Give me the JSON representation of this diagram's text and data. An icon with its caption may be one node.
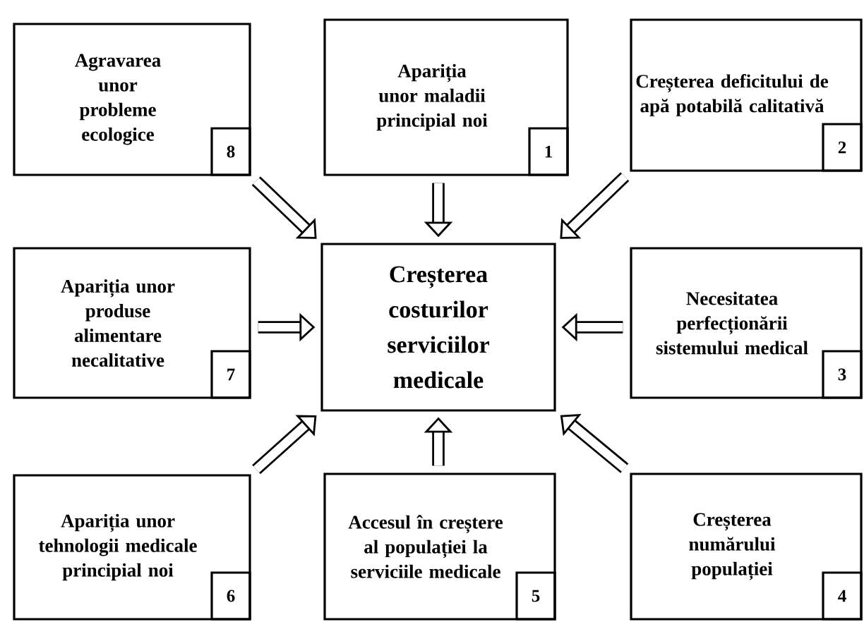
{
  "diagram": {
    "nodes": [
      {
        "text": [
          "Agravarea unor probleme ecologice"
        ]
      },
      {
        "text": [
          "8"
        ],
        "in": 0
      },
      {
        "text": [
          "Apariția unor maladii principial noi"
        ]
      },
      {
        "text": [
          "1"
        ],
        "in": 2
      },
      {
        "text": [
          "Creșterea deficitului de apă potabilă calitativă"
        ]
      },
      {
        "text": [
          "2"
        ],
        "in": 4
      },
      {
        "text": [
          "Apariția unor produse alimentare necalitative"
        ]
      },
      {
        "text": [
          "7"
        ],
        "in": 6
      },
      {
        "text": [
          "Creșterea costurilor serviciilor medicale"
        ]
      },
      {
        "text": [
          "Necesitatea perfecționării sistemului medical"
        ]
      },
      {
        "text": [
          "3"
        ],
        "in": 9
      },
      {
        "text": [
          "Apariția unor tehnologii medicale principial noi"
        ]
      },
      {
        "text": [
          "6"
        ],
        "in": 11
      },
      {
        "text": [
          "Accesul în creștere al populației la serviciile medicale"
        ]
      },
      {
        "text": [
          "5"
        ],
        "in": 13
      },
      {
        "text": [
          "Creșterea numărului populației"
        ]
      },
      {
        "text": [
          "4"
        ],
        "in": 15
      }
    ],
    "edges": [
      {
        "from": 0,
        "to": 8,
        "arrow": "to"
      },
      {
        "from": 2,
        "to": 8,
        "arrow": "to"
      },
      {
        "from": 4,
        "to": 8,
        "arrow": "to"
      },
      {
        "from": 6,
        "to": 8,
        "arrow": "to"
      },
      {
        "from": 9,
        "to": 8,
        "arrow": "to"
      },
      {
        "from": 11,
        "to": 8,
        "arrow": "to"
      },
      {
        "from": 13,
        "to": 8,
        "arrow": "to"
      },
      {
        "from": 15,
        "to": 8,
        "arrow": "to"
      }
    ]
  }
}
